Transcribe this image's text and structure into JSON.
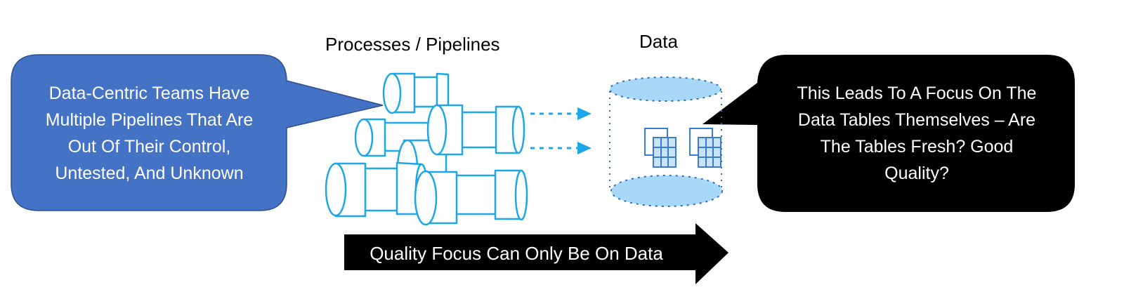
{
  "diagram": {
    "labels": {
      "processes": "Processes / Pipelines",
      "data": "Data"
    },
    "left_bubble": {
      "lines": [
        "Data-Centric Teams Have",
        "Multiple Pipelines That Are",
        "Out Of Their Control,",
        "Untested, And Unknown"
      ],
      "color": "#4472C4"
    },
    "right_bubble": {
      "lines": [
        "This Leads To A Focus On The",
        "Data Tables Themselves  – Are",
        "The Tables Fresh? Good",
        "Quality?"
      ],
      "color": "#000000"
    },
    "bottom_arrow": {
      "text": "Quality Focus Can Only Be On Data",
      "color": "#000000"
    },
    "icons": {
      "pipes": "pipes-cluster-icon",
      "database": "database-cylinder-icon",
      "tables": "data-tables-icon",
      "flow_arrows": "dotted-arrow-icon"
    },
    "accent_colors": {
      "pipe_stroke": "#1EA7E8",
      "db_fill": "#A8D8F8",
      "db_stroke": "#2F6FC0",
      "table_stroke": "#3A7BD5"
    }
  }
}
